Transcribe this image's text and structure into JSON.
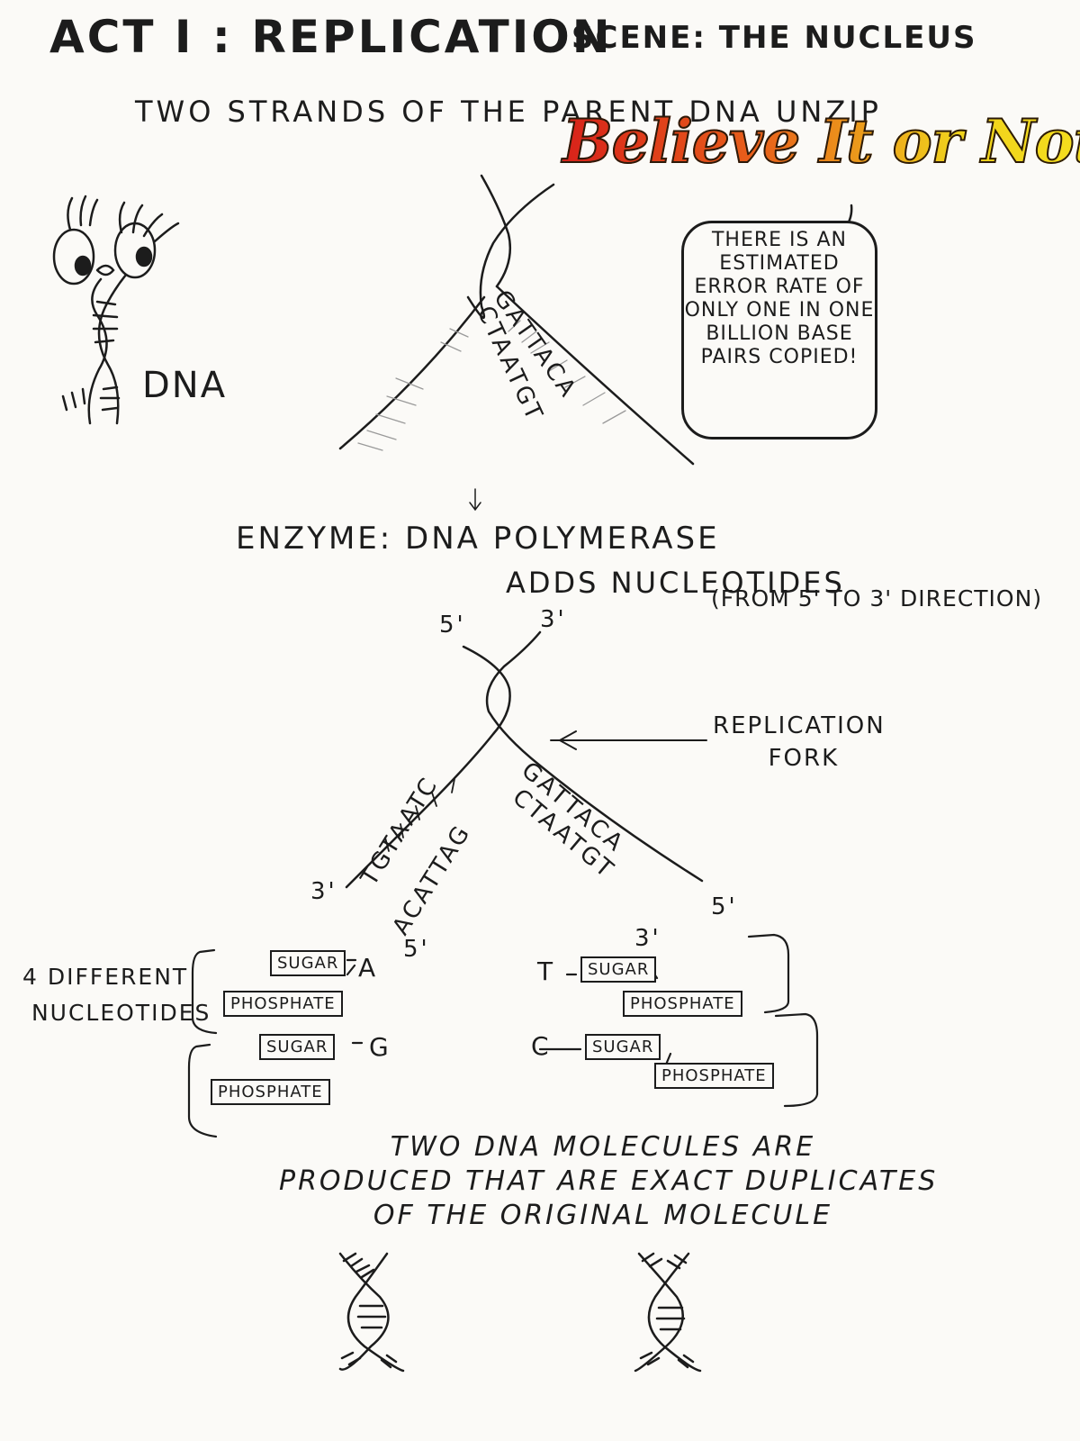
{
  "header": {
    "title": "ACT I : REPLICATION",
    "scene": "SCENE: THE NUCLEUS",
    "subtitle": "TWO STRANDS OF THE PARENT DNA UNZIP"
  },
  "callout": {
    "banner": "Believe It or Not!",
    "bubble_text": "THERE IS AN ESTIMATED ERROR RATE OF ONLY ONE IN ONE BILLION BASE PAIRS COPIED!"
  },
  "character": {
    "label": "DNA"
  },
  "top_fork": {
    "left_strand": "CTAATGT",
    "right_strand": "GATTACA"
  },
  "enzyme": {
    "line1": "ENZYME: DNA POLYMERASE",
    "line2": "ADDS NUCLEOTIDES",
    "direction": "(FROM 5' TO 3' DIRECTION)"
  },
  "fork": {
    "top_left_end": "5'",
    "top_right_end": "3'",
    "label": "REPLICATION\n      FORK",
    "left_outer": "TGTAATC",
    "left_inner": "ACATTAG",
    "right_inner": "CTAATGT",
    "right_outer": "GATTACA",
    "left_end": "3'",
    "left_new_end": "5'",
    "right_new_end": "3'",
    "right_end": "5'"
  },
  "nucleotides": {
    "label": "4 DIFFERENT\n NUCLEOTIDES",
    "items": [
      {
        "base": "A",
        "sugar": "SUGAR",
        "phosphate": "PHOSPHATE"
      },
      {
        "base": "G",
        "sugar": "SUGAR",
        "phosphate": "PHOSPHATE"
      },
      {
        "base": "T",
        "sugar": "SUGAR",
        "phosphate": "PHOSPHATE"
      },
      {
        "base": "C",
        "sugar": "SUGAR",
        "phosphate": "PHOSPHATE"
      }
    ]
  },
  "conclusion": "TWO DNA MOLECULES ARE\nPRODUCED THAT ARE EXACT DUPLICATES\nOF THE ORIGINAL MOLECULE",
  "colors": {
    "ink": "#1c1c1c",
    "paper": "#fbfaf7",
    "banner_red": "#d8221a",
    "banner_yellow": "#f0d21c"
  }
}
